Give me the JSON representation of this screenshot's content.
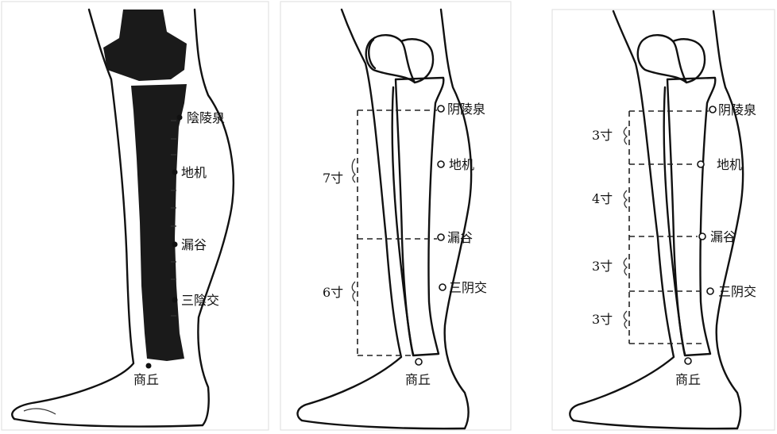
{
  "panels": [
    {
      "points": [
        {
          "label": "陰陵泉"
        },
        {
          "label": "地机"
        },
        {
          "label": "漏谷"
        },
        {
          "label": "三陰交"
        },
        {
          "label": "商丘"
        }
      ]
    },
    {
      "points": [
        {
          "label": "阴陵泉"
        },
        {
          "label": "地机"
        },
        {
          "label": "漏谷"
        },
        {
          "label": "三阴交"
        },
        {
          "label": "商丘"
        }
      ],
      "measures": [
        {
          "label": "7寸"
        },
        {
          "label": "6寸"
        }
      ]
    },
    {
      "points": [
        {
          "label": "阴陵泉"
        },
        {
          "label": "地机"
        },
        {
          "label": "漏谷"
        },
        {
          "label": "三阴交"
        },
        {
          "label": "商丘"
        }
      ],
      "measures": [
        {
          "label": "3寸"
        },
        {
          "label": "4寸"
        },
        {
          "label": "3寸"
        },
        {
          "label": "3寸"
        }
      ]
    }
  ]
}
